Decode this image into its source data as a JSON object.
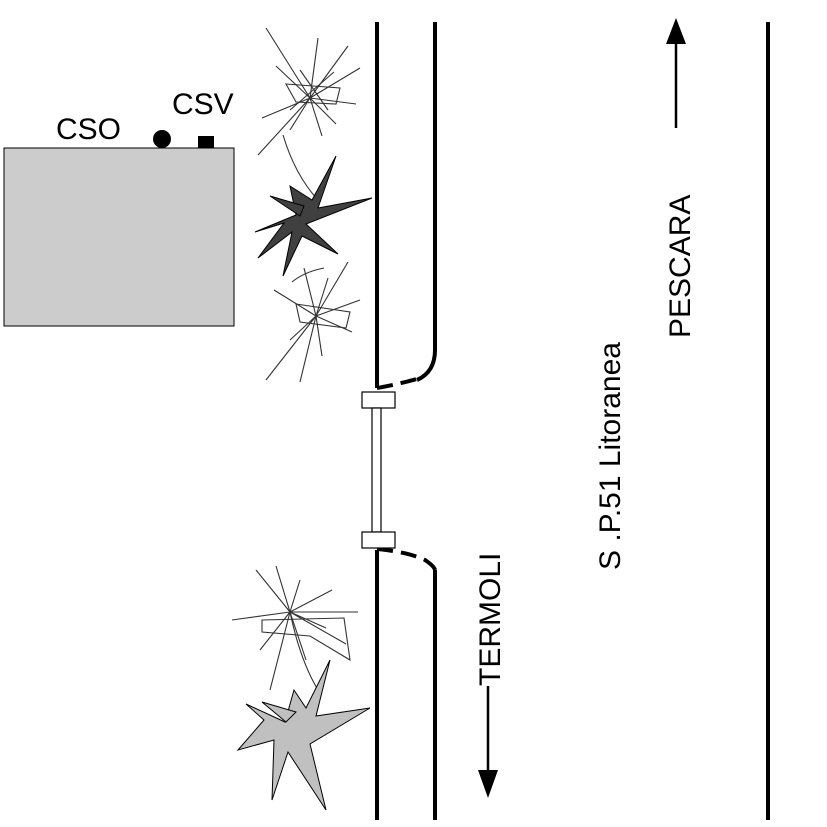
{
  "labels": {
    "cso": "CSO",
    "csv": "CSV",
    "road_name": "S .P.51 Litoranea",
    "direction_north": "PESCARA",
    "direction_south": "TERMOLI"
  },
  "colors": {
    "building_fill": "#cccccc",
    "plant_dark": "#404040",
    "plant_light": "#c0c0c0",
    "line": "#000000"
  },
  "icons": {
    "cso_marker": "filled-circle",
    "csv_marker": "filled-square",
    "north_arrow": "arrow-up",
    "south_arrow": "arrow-down"
  }
}
